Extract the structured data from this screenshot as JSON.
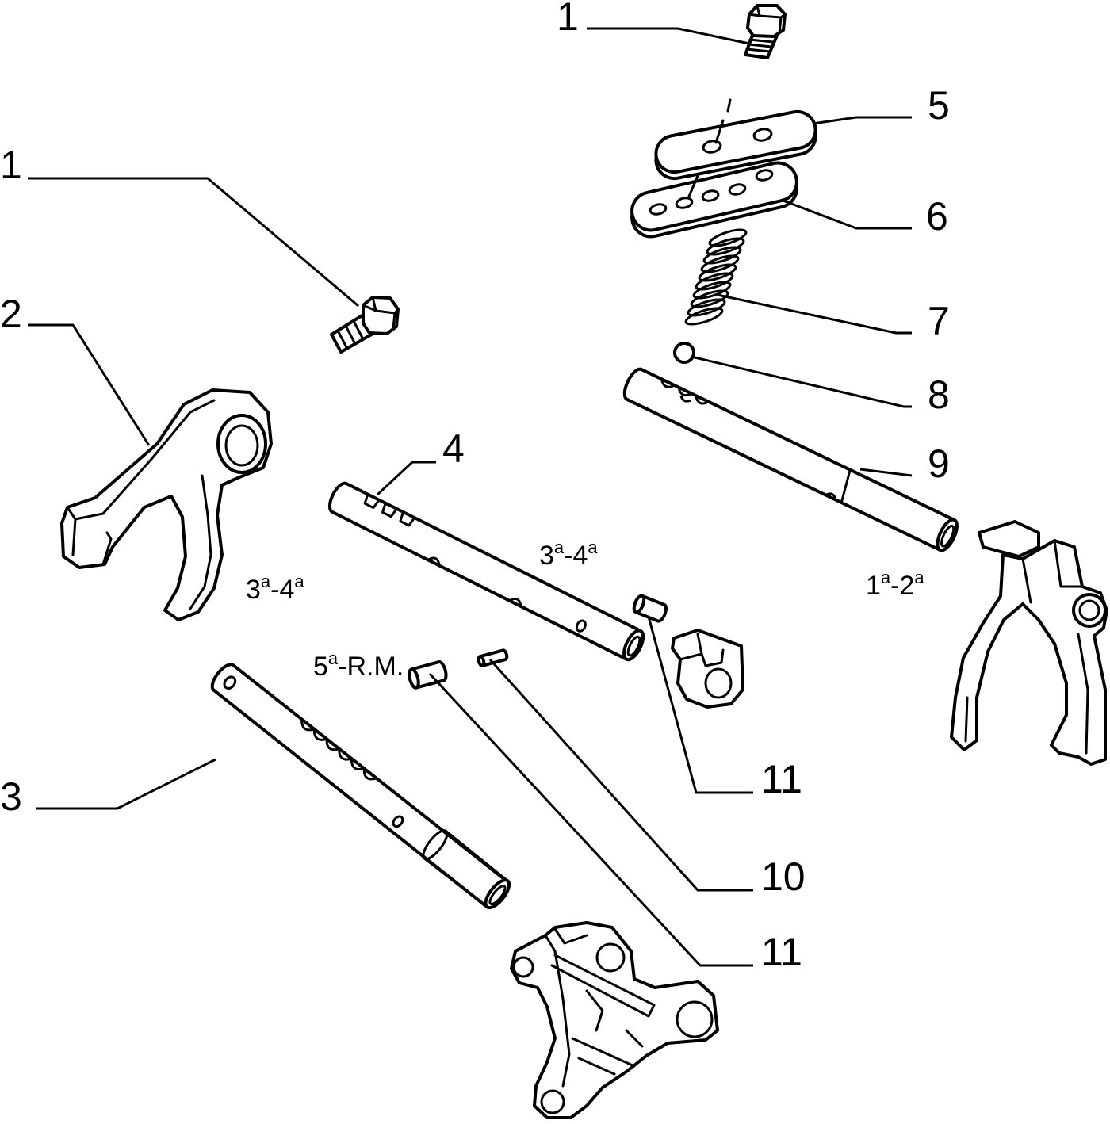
{
  "colors": {
    "line": "#000000",
    "background": "#ffffff"
  },
  "diagram": {
    "callouts": {
      "part1_top": "1",
      "part5": "5",
      "part1_left": "1",
      "part6": "6",
      "part2": "2",
      "part7": "7",
      "part8": "8",
      "part4": "4",
      "part9": "9",
      "part3": "3",
      "part11_top": "11",
      "part10": "10",
      "part11_bottom": "11"
    },
    "gear_labels": {
      "shaft4": [
        "3",
        "a",
        "-",
        "4",
        "a"
      ],
      "fork2": [
        "3",
        "a",
        "-",
        "4",
        "a"
      ],
      "fork_right": [
        "1",
        "a",
        "-",
        "2",
        "a"
      ],
      "shaft3": [
        "5",
        "a",
        "-R.M."
      ]
    }
  }
}
